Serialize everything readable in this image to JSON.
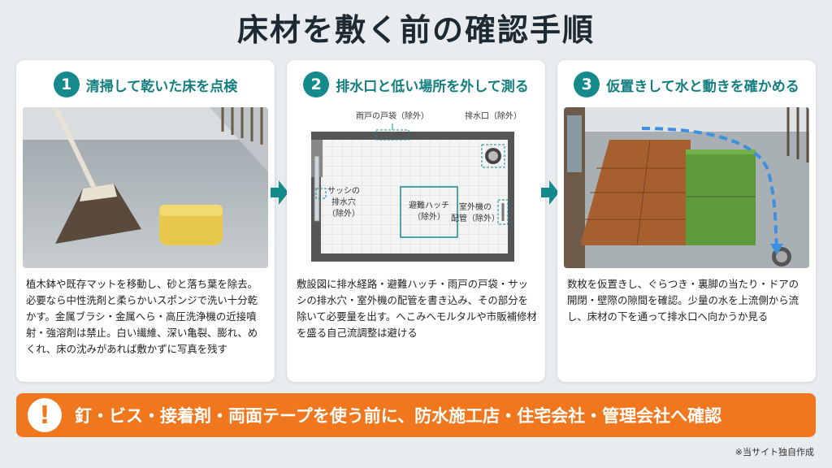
{
  "title": "床材を敷く前の確認手順",
  "steps": [
    {
      "number": "1",
      "title": "清掃して乾いた床を点検",
      "text": "植木鉢や既存マットを移動し、砂と落ち葉を除去。必要なら中性洗剤と柔らかいスポンジで洗い十分乾かす。金属ブラシ・金属へら・高圧洗浄機の近接噴射・強溶剤は禁止。白い繊維、深い亀裂、膨れ、めくれ、床の沈みがあれば敷かずに写真を残す"
    },
    {
      "number": "2",
      "title": "排水口と低い場所を外して測る",
      "text": "敷設図に排水経路・避難ハッチ・雨戸の戸袋・サッシの排水穴・室外機の配管を書き込み、その部分を除いて必要量を出す。へこみへモルタルや市販補修材を盛る自己流調整は避ける",
      "plan_labels": {
        "shutter_box": "雨戸の戸袋（除外）",
        "drain": "排水口（除外）",
        "sash_drain_line1": "サッシの",
        "sash_drain_line2": "排水穴",
        "sash_drain_line3": "（除外）",
        "hatch_line1": "避難ハッチ",
        "hatch_line2": "（除外）",
        "ac_pipe_line1": "室外機の",
        "ac_pipe_line2": "配管（除外）"
      }
    },
    {
      "number": "3",
      "title": "仮置きして水と動きを確かめる",
      "text": "数枚を仮置きし、ぐらつき・裏脚の当たり・ドアの開閉・壁際の隙間を確認。少量の水を上流側から流し、床材の下を通って排水口へ向かうか見る"
    }
  ],
  "warning": {
    "icon": "!",
    "text": "釘・ビス・接着剤・両面テープを使う前に、防水施工店・住宅会社・管理会社へ確認"
  },
  "credit": "※当サイト独自作成",
  "colors": {
    "teal": "#148a8c",
    "orange": "#f0771d",
    "background": "#e9ecef"
  }
}
